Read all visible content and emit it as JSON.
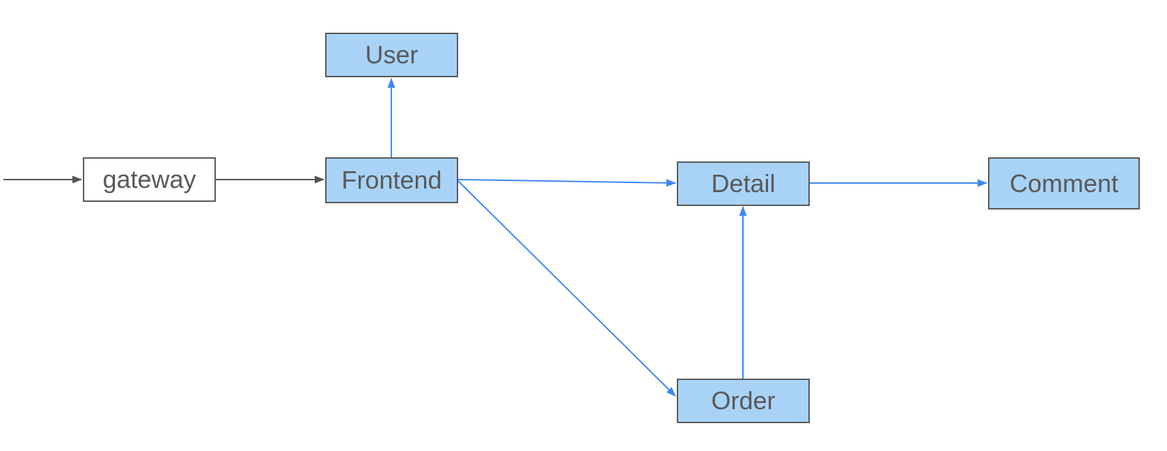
{
  "diagram": {
    "type": "flowchart",
    "nodes": [
      {
        "id": "user",
        "label": "User",
        "fill": "blue"
      },
      {
        "id": "gateway",
        "label": "gateway",
        "fill": "white"
      },
      {
        "id": "frontend",
        "label": "Frontend",
        "fill": "blue"
      },
      {
        "id": "detail",
        "label": "Detail",
        "fill": "blue"
      },
      {
        "id": "order",
        "label": "Order",
        "fill": "blue"
      },
      {
        "id": "comment",
        "label": "Comment",
        "fill": "blue"
      }
    ],
    "edges": [
      {
        "from": "external-left-edge",
        "to": "gateway",
        "color": "gray"
      },
      {
        "from": "gateway",
        "to": "frontend",
        "color": "gray"
      },
      {
        "from": "frontend",
        "to": "user",
        "color": "blue"
      },
      {
        "from": "frontend",
        "to": "detail",
        "color": "blue"
      },
      {
        "from": "frontend",
        "to": "order",
        "color": "blue"
      },
      {
        "from": "order",
        "to": "detail",
        "color": "blue"
      },
      {
        "from": "detail",
        "to": "comment",
        "color": "blue"
      }
    ],
    "colors": {
      "node_fill_blue": "#a8d3f7",
      "node_fill_white": "#ffffff",
      "node_border": "#595959",
      "label_color": "#595959",
      "edge_blue": "#3d87f4",
      "edge_gray": "#545454",
      "canvas_bg": "#ffffff"
    }
  }
}
